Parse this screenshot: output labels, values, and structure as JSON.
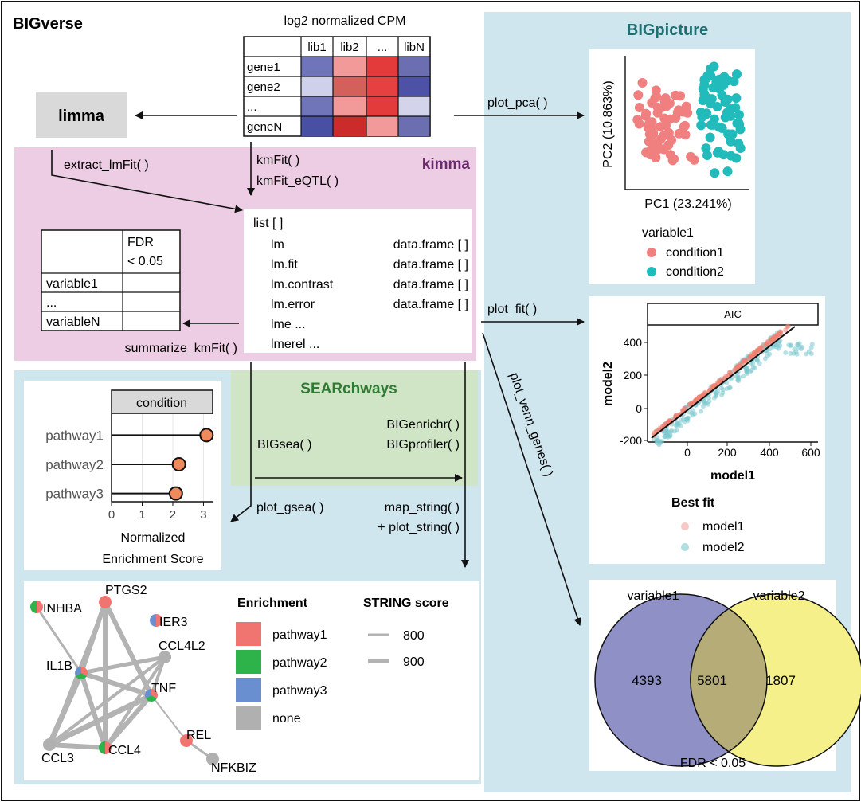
{
  "title": "BIGverse",
  "matrix": {
    "caption": "log2 normalized CPM",
    "columns": [
      "lib1",
      "lib2",
      "...",
      "libN"
    ],
    "rows": [
      "gene1",
      "gene2",
      "...",
      "geneN"
    ]
  },
  "limma": "limma",
  "kimma": {
    "name": "kimma",
    "extract": "extract_lmFit( )",
    "kmfit": "kmFit( )",
    "kmfit_eqtl": "kmFit_eQTL( )",
    "summarize": "summarize_kmFit( )",
    "list_header": "list [ ]",
    "list_items": [
      {
        "name": "lm",
        "type": "data.frame [ ]"
      },
      {
        "name": "lm.fit",
        "type": "data.frame [ ]"
      },
      {
        "name": "lm.contrast",
        "type": "data.frame [ ]"
      },
      {
        "name": "lm.error",
        "type": "data.frame [ ]"
      },
      {
        "name": "lme ...",
        "type": ""
      },
      {
        "name": "lmerel ...",
        "type": ""
      }
    ],
    "fdr_table": {
      "header": [
        "FDR",
        "< 0.05"
      ],
      "rows": [
        "variable1",
        "...",
        "variableN"
      ]
    }
  },
  "bigpicture": {
    "name": "BIGpicture",
    "plot_pca": "plot_pca( )",
    "plot_fit": "plot_fit( )",
    "plot_venn": "plot_venn_genes( )"
  },
  "searchways": {
    "name": "SEARchways",
    "bigsea": "BIGsea( )",
    "bigenrichr": "BIGenrichr( )",
    "bigprofiler": "BIGprofiler( )",
    "plot_gsea": "plot_gsea( )",
    "map_string": "map_string( )",
    "plot_string": "+ plot_string( )"
  },
  "pca_plot": {
    "xlabel": "PC1 (23.241%)",
    "ylabel": "PC2 (10.863%)",
    "legend_title": "variable1",
    "legend": [
      "condition1",
      "condition2"
    ],
    "colors": [
      "#f08080",
      "#22bbbb"
    ]
  },
  "fit_plot": {
    "facet": "AIC",
    "xlabel": "model1",
    "ylabel": "model2",
    "xticks": [
      "0",
      "200",
      "400",
      "600"
    ],
    "yticks": [
      "400",
      "200",
      "0",
      "-200"
    ],
    "legend_title": "Best fit",
    "legend": [
      "model1",
      "model2"
    ]
  },
  "gsea_plot": {
    "facet": "condition",
    "xlabel": [
      "Normalized",
      "Enrichment Score"
    ],
    "xticks": [
      "0",
      "1",
      "2",
      "3"
    ]
  },
  "chart_data": {
    "type": "scatter",
    "categories": [
      "pathway1",
      "pathway2",
      "pathway3"
    ],
    "values": [
      3.1,
      2.2,
      2.1
    ],
    "xlabel": "Normalized Enrichment Score",
    "xlim": [
      0,
      3.3
    ],
    "facet": "condition"
  },
  "venn": {
    "labels": [
      "variable1",
      "variable2"
    ],
    "left_only": "4393",
    "both": "5801",
    "right_only": "1807",
    "caption": "FDR < 0.05",
    "colors": [
      "#8e90c6",
      "#f5f08a",
      "#b5ac78"
    ]
  },
  "network": {
    "nodes": [
      "PTGS2",
      "INHBA",
      "IER3",
      "IL1B",
      "CCL4L2",
      "TNF",
      "REL",
      "CCL3",
      "CCL4",
      "NFKBIZ"
    ],
    "enrichment_title": "Enrichment",
    "enrichment": [
      "pathway1",
      "pathway2",
      "pathway3",
      "none"
    ],
    "enrichment_colors": [
      "#f07470",
      "#2db34a",
      "#6a8fd0",
      "#b0b0b0"
    ],
    "string_title": "STRING score",
    "string": [
      "800",
      "900"
    ]
  }
}
